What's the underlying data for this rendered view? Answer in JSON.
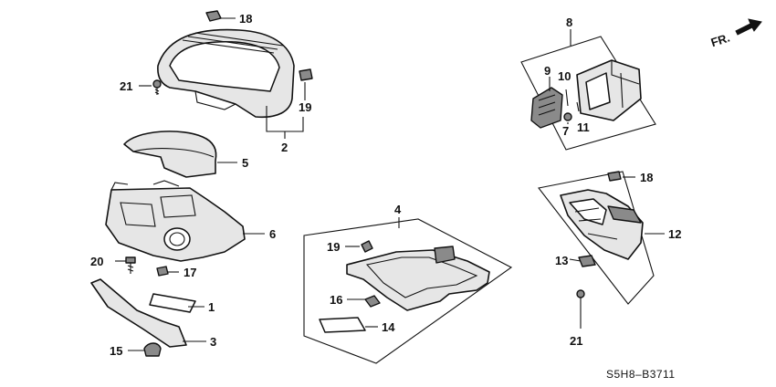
{
  "diagram": {
    "direction_label": "FR.",
    "diagram_code": "S5H8–B3711",
    "callouts": {
      "c1": "1",
      "c2": "2",
      "c3": "3",
      "c4": "4",
      "c5": "5",
      "c6": "6",
      "c7": "7",
      "c8": "8",
      "c9": "9",
      "c10": "10",
      "c11": "11",
      "c12": "12",
      "c13": "13",
      "c14": "14",
      "c15": "15",
      "c16": "16",
      "c17": "17",
      "c18a": "18",
      "c18b": "18",
      "c19a": "19",
      "c19b": "19",
      "c20": "20",
      "c21a": "21",
      "c21b": "21"
    }
  }
}
